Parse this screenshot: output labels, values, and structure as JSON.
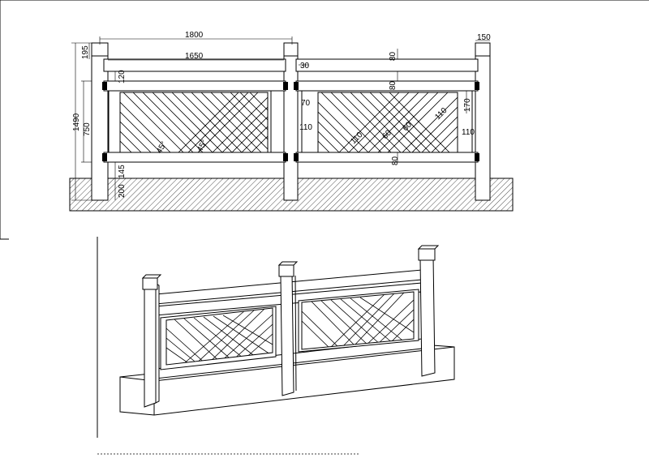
{
  "elevation": {
    "dimensions": {
      "total_width": "1800",
      "rail_length": "1650",
      "post_width": "150",
      "cap_height": "195",
      "total_height": "1490",
      "panel_height": "750",
      "top_rail_gap": "120",
      "rail_80_top": "80",
      "rail_80_mid": "80",
      "rail_80_bottom": "80",
      "bottom_gap": "145",
      "buried": "200",
      "gap_30": "30",
      "gap_70": "70",
      "frame_left_110": "110",
      "frame_right_110": "110",
      "slat_110_a": "110",
      "slat_110_b": "110",
      "slat_60_a": "60",
      "slat_60_b": "60",
      "offset_170": "170",
      "angle_a": "45°",
      "angle_b": "45°"
    }
  }
}
